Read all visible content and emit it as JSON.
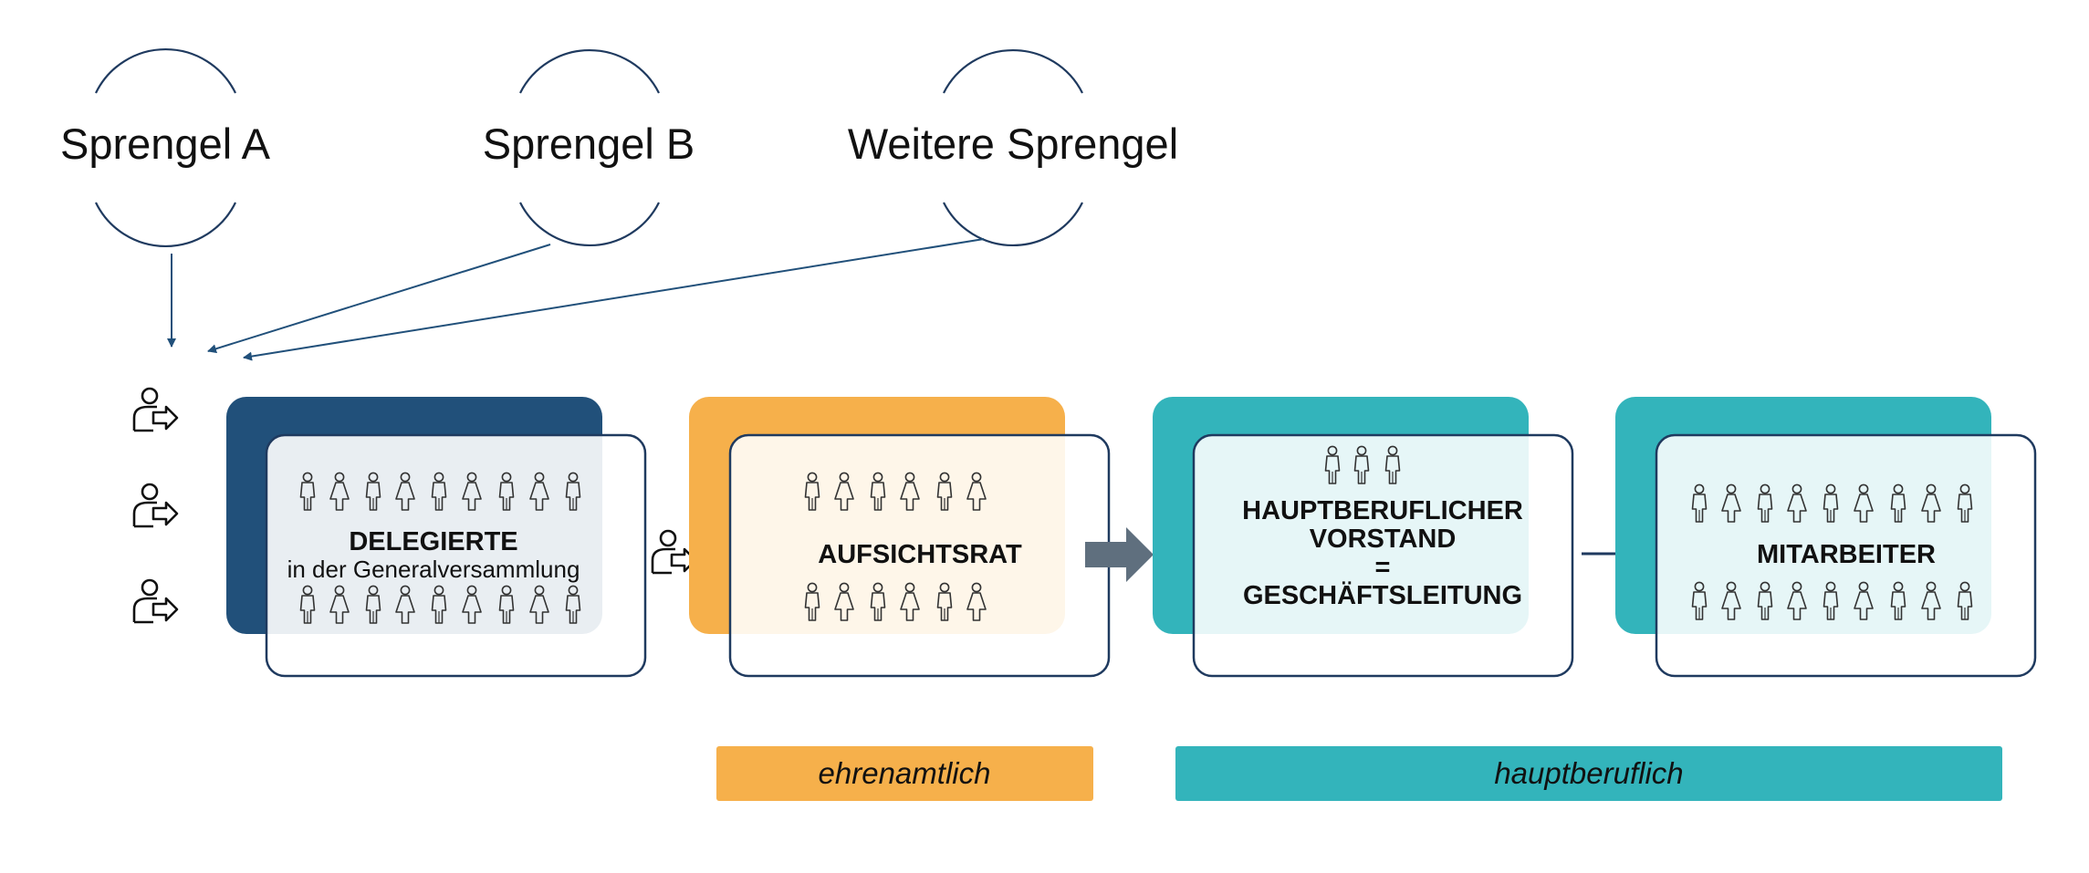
{
  "sprengel": [
    {
      "label": "Sprengel A"
    },
    {
      "label": "Sprengel B"
    },
    {
      "label": "Weitere Sprengel"
    }
  ],
  "boxes": {
    "delegierte": {
      "title": "DELEGIERTE",
      "subtitle": "in der Generalversammlung"
    },
    "aufsichtsrat": {
      "title": "AUFSICHTSRAT"
    },
    "vorstand": {
      "line1": "HAUPTBERUFLICHER",
      "line2": "VORSTAND",
      "line3": "=",
      "line4": "GESCHÄFTSLEITUNG"
    },
    "mitarbeiter": {
      "title": "MITARBEITER"
    }
  },
  "categories": {
    "ehrenamtlich": "ehrenamtlich",
    "hauptberuflich": "hauptberuflich"
  },
  "colors": {
    "navy": "#21507a",
    "orange": "#f6b04b",
    "teal": "#33b4bb",
    "outline": "#1f3a5f",
    "arrow_gray": "#5f6f7e",
    "text": "#111111"
  }
}
